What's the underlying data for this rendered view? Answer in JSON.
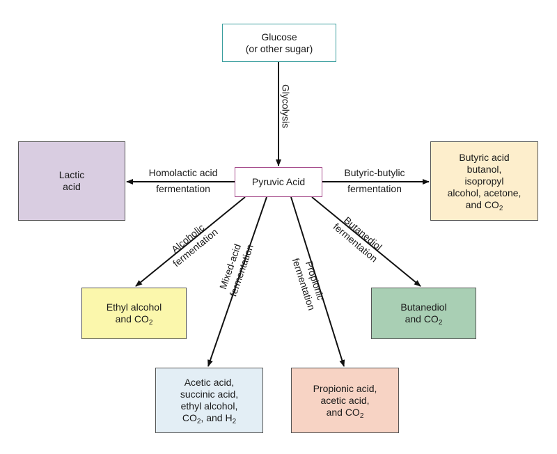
{
  "boxes": {
    "glucose": {
      "line1": "Glucose",
      "line2": "(or other sugar)"
    },
    "pyruvic": {
      "line1": "Pyruvic Acid"
    },
    "lactic": {
      "line1": "Lactic",
      "line2": "acid"
    },
    "butyric": {
      "line1": "Butyric acid",
      "line2": "butanol,",
      "line3": "isopropyl",
      "line4": "alcohol, acetone,",
      "line5": "and CO",
      "line5_sub": "2"
    },
    "ethyl": {
      "line1": "Ethyl alcohol",
      "line2": "and CO",
      "line2_sub": "2"
    },
    "butanediol": {
      "line1": "Butanediol",
      "line2": "and CO",
      "line2_sub": "2"
    },
    "acetic": {
      "line1": "Acetic acid,",
      "line2": "succinic acid,",
      "line3": "ethyl alcohol,",
      "line4_a": "CO",
      "line4_a_sub": "2",
      "line4_b": ", and H",
      "line4_b_sub": "2"
    },
    "propionic": {
      "line1": "Propionic acid,",
      "line2": "acetic acid,",
      "line3": "and CO",
      "line3_sub": "2"
    }
  },
  "pathways": {
    "glycolysis": "Glycolysis",
    "homolactic": {
      "line1": "Homolactic acid",
      "line2": "fermentation"
    },
    "butyric_butylic": {
      "line1": "Butyric-butylic",
      "line2": "fermentation"
    },
    "alcoholic": {
      "line1": "Alcoholic",
      "line2": "fermentation"
    },
    "mixed_acid": {
      "line1": "Mixed-acid",
      "line2": "fermentation"
    },
    "propionic": {
      "line1": "Propionic",
      "line2": "fermentation"
    },
    "butanediol": {
      "line1": "Butanediol",
      "line2": "fermentation"
    }
  },
  "colors": {
    "glucose_border": "#3a9e9e",
    "pyruvic_border": "#a64d8c",
    "lactic_fill": "#d9cde1",
    "butyric_fill": "#fdeecc",
    "ethyl_fill": "#fbf7ac",
    "butanediol_fill": "#a9cfb4",
    "acetic_fill": "#e3eef5",
    "propionic_fill": "#f7d3c4",
    "arrow": "#111111"
  }
}
